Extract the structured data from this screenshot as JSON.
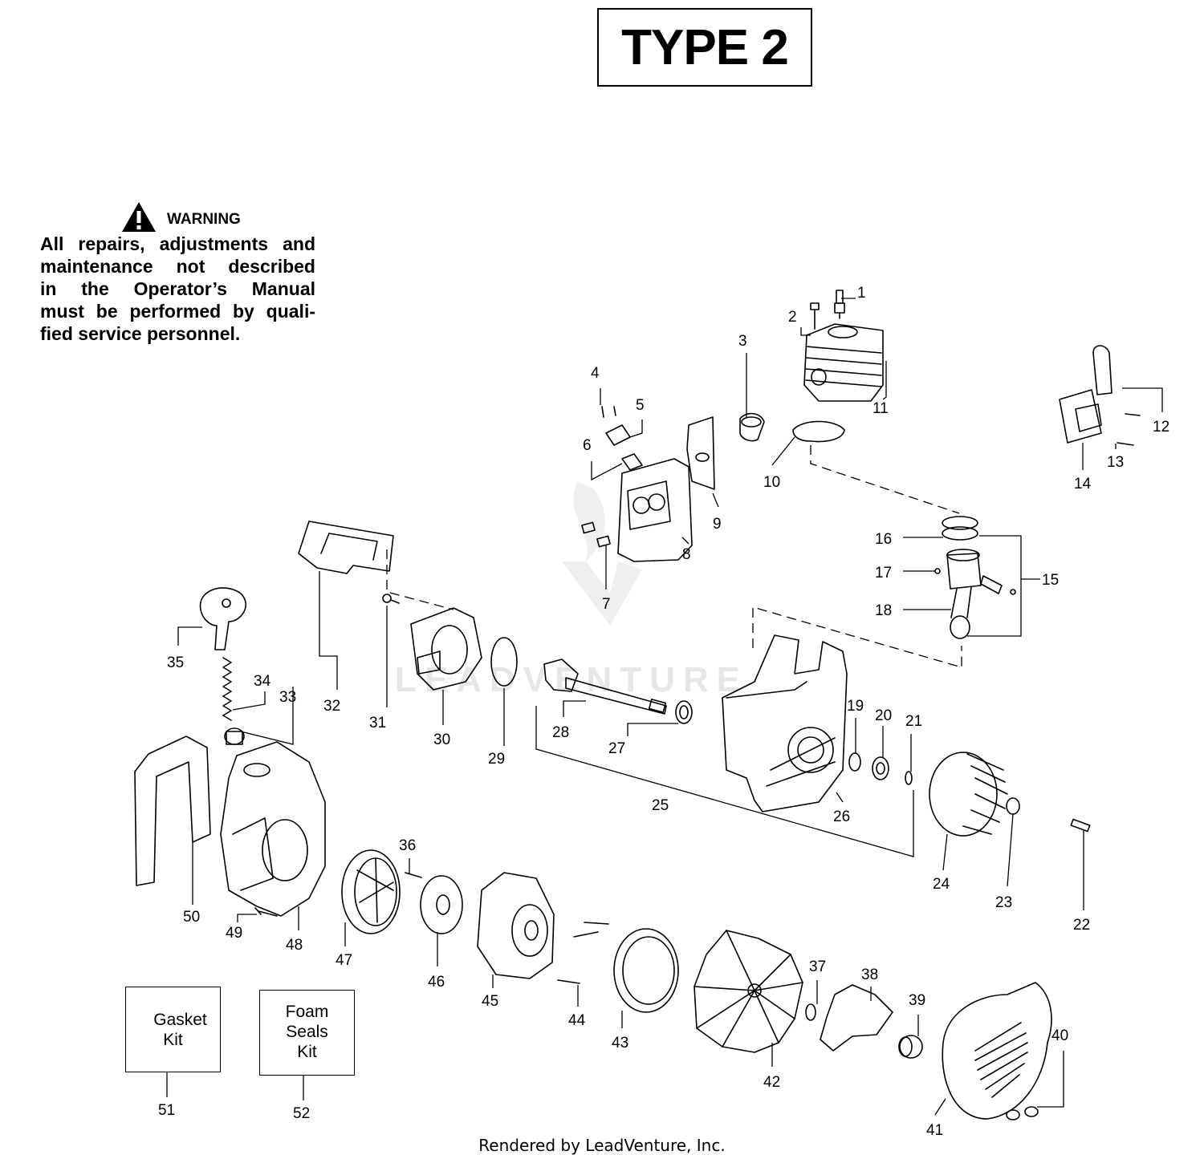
{
  "title": "TYPE 2",
  "warning": {
    "label": "WARNING",
    "lines": [
      "All repairs, adjustments and",
      "maintenance not described",
      "in the Operator’s Manual",
      "must be performed by quali-",
      "fied  service personnel."
    ]
  },
  "kits": [
    {
      "lines": [
        "Gasket",
        "Kit"
      ],
      "number": "51"
    },
    {
      "lines": [
        "Foam",
        "Seals",
        "Kit"
      ],
      "number": "52"
    }
  ],
  "callouts": [
    "1",
    "2",
    "3",
    "4",
    "5",
    "6",
    "7",
    "8",
    "9",
    "10",
    "11",
    "12",
    "13",
    "14",
    "15",
    "16",
    "17",
    "18",
    "19",
    "20",
    "21",
    "22",
    "23",
    "24",
    "25",
    "26",
    "27",
    "28",
    "29",
    "30",
    "31",
    "32",
    "33",
    "34",
    "35",
    "36",
    "37",
    "38",
    "39",
    "40",
    "41",
    "42",
    "43",
    "44",
    "45",
    "46",
    "47",
    "48",
    "49",
    "50"
  ],
  "watermark": "LEADVENTURE",
  "footer": "Rendered by LeadVenture, Inc."
}
